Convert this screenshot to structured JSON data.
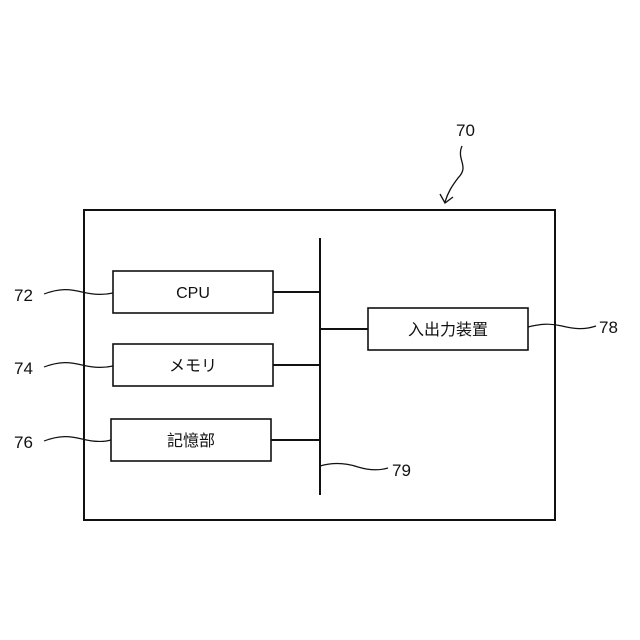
{
  "diagram": {
    "device_ref": "70",
    "bus_ref": "79",
    "components": [
      {
        "ref": "72",
        "label": "CPU"
      },
      {
        "ref": "74",
        "label": "メモリ"
      },
      {
        "ref": "76",
        "label": "記憶部"
      },
      {
        "ref": "78",
        "label": "入出力装置"
      }
    ]
  }
}
